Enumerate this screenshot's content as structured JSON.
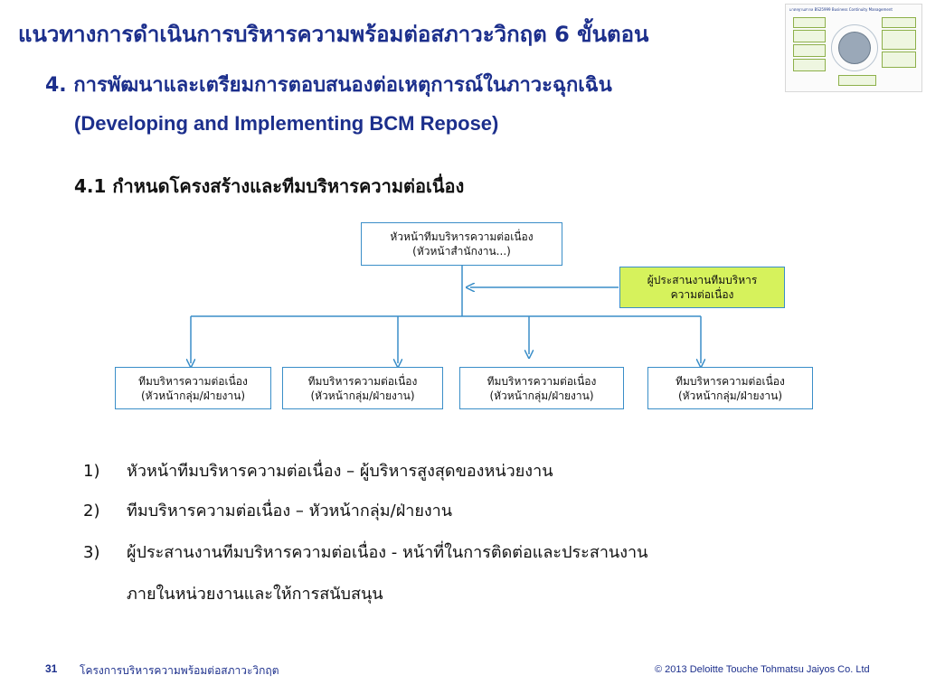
{
  "slide": {
    "title": "แนวทางการดำเนินการบริหารความพร้อมต่อสภาวะวิกฤต 6 ขั้นตอน",
    "subtitle": "4. การพัฒนาและเตรียมการตอบสนองต่อเหตุการณ์ในภาวะฉุกเฉิน",
    "subtitle_en": "(Developing and Implementing BCM Repose)",
    "section_heading": "4.1 กำหนดโครงสร้างและทีมบริหารความต่อเนื่อง"
  },
  "thumbnail": {
    "caption": "มาตรฐานสากล BS25999 Business Continuity Management"
  },
  "org_chart": {
    "head": {
      "line1": "หัวหน้าทีมบริหารความต่อเนื่อง",
      "line2": "(หัวหน้าสำนักงาน...)"
    },
    "coordinator": {
      "line1": "ผู้ประสานงานทีมบริหาร",
      "line2": "ความต่อเนื่อง"
    },
    "teams": [
      {
        "line1": "ทีมบริหารความต่อเนื่อง",
        "line2": "(หัวหน้ากลุ่ม/ฝ่ายงาน)"
      },
      {
        "line1": "ทีมบริหารความต่อเนื่อง",
        "line2": "(หัวหน้ากลุ่ม/ฝ่ายงาน)"
      },
      {
        "line1": "ทีมบริหารความต่อเนื่อง",
        "line2": "(หัวหน้ากลุ่ม/ฝ่ายงาน)"
      },
      {
        "line1": "ทีมบริหารความต่อเนื่อง",
        "line2": "(หัวหน้ากลุ่ม/ฝ่ายงาน)"
      }
    ],
    "line_color": "#3a8ec8",
    "coordinator_color": "#d6f25c"
  },
  "list": {
    "items": [
      {
        "num": "1)",
        "text": "หัวหน้าทีมบริหารความต่อเนื่อง – ผู้บริหารสูงสุดของหน่วยงาน"
      },
      {
        "num": "2)",
        "text": "ทีมบริหารความต่อเนื่อง – หัวหน้ากลุ่ม/ฝ่ายงาน"
      },
      {
        "num": "3)",
        "text": "ผู้ประสานงานทีมบริหารความต่อเนื่อง - หน้าที่ในการติดต่อและประสานงาน"
      }
    ],
    "item3_continuation": "ภายในหน่วยงานและให้การสนับสนุน"
  },
  "footer": {
    "page_number": "31",
    "project": "โครงการบริหารความพร้อมต่อสภาวะวิกฤต",
    "copyright": "© 2013 Deloitte Touche Tohmatsu Jaiyos Co. Ltd"
  },
  "colors": {
    "title": "#1c2f8c",
    "text": "#111111"
  }
}
